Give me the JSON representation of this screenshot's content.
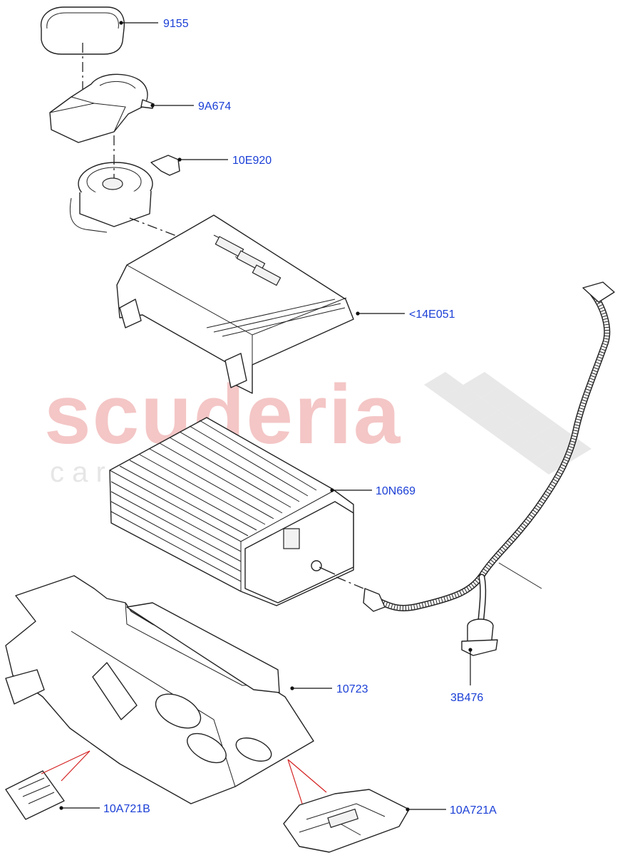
{
  "watermark": {
    "brand": "scuderia",
    "tagline": "c a r p a r t s",
    "colors": {
      "brand": "#f4c6c6",
      "tagline": "#e6e6e6"
    }
  },
  "callouts": {
    "cover": "9155",
    "fan_housing": "9A674",
    "fan": "10E920",
    "bracket": "<14E051",
    "module": "10N669",
    "plate": "10723",
    "clip_left": "10A721B",
    "clip_right": "10A721A",
    "harness": "3B476"
  },
  "colors": {
    "callout_text": "#1a3fd6",
    "leader": "#111111",
    "indicator": "#d42020"
  }
}
